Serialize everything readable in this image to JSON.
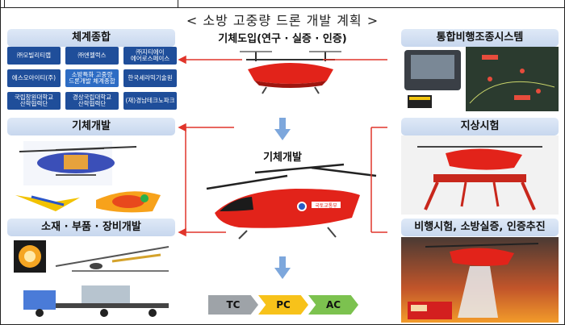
{
  "title": "< 소방 고중량 드론 개발 계획 >",
  "subtitle": "기체도입(연구 · 실증 · 인증)",
  "center_label": "기체개발",
  "panels": {
    "system_integration": "체계종합",
    "airframe_dev": "기체개발",
    "materials_parts": "소재 · 부품 · 장비개발",
    "integrated_control": "통합비행조종시스템",
    "ground_test": "지상시험",
    "flight_test": "비행시험, 소방실증, 인증추진"
  },
  "organizations": [
    "㈜모빌리티랩",
    "㈜엔젤럭스",
    "㈜지티에이\n에어로스페이스",
    "에스오아이티(주)",
    "소방특화 고중량\n드론개발 체계종합",
    "한국세라믹기술원",
    "국립창원대학교\n산학협력단",
    "경상국립대학교\n산학협력단",
    "(재)경남테크노파크"
  ],
  "stages": [
    "TC",
    "PC",
    "AC"
  ],
  "drone_marking": "국토교통부",
  "colors": {
    "panel_header": "#c7d7ee",
    "org_box": "#1f4e9a",
    "arrow_red": "#e0352b",
    "arrow_blue": "#7da7dc",
    "drone_red": "#e2231a",
    "stage_tc": "#9ea3a8",
    "stage_pc": "#f7c21a",
    "stage_ac": "#7cc24f"
  }
}
